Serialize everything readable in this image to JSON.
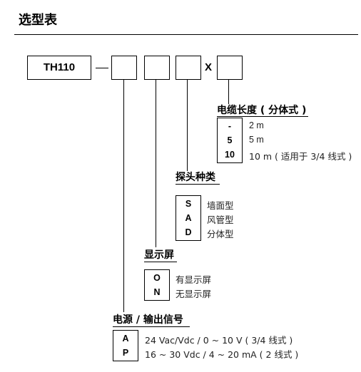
{
  "title": "选型表",
  "model": "TH110",
  "separator_x": "X",
  "sections": {
    "cable": {
      "title": "电缆长度 ( 分体式 )",
      "rows": [
        {
          "code": "-",
          "desc": "2 m"
        },
        {
          "code": "5",
          "desc": "5 m"
        },
        {
          "code": "10",
          "desc": "10 m ( 适用于 3/4 线式 )"
        }
      ]
    },
    "probe": {
      "title": "探头种类",
      "rows": [
        {
          "code": "S",
          "desc": "墙面型"
        },
        {
          "code": "A",
          "desc": "风管型"
        },
        {
          "code": "D",
          "desc": "分体型"
        }
      ]
    },
    "display": {
      "title": "显示屏",
      "rows": [
        {
          "code": "O",
          "desc": "有显示屏"
        },
        {
          "code": "N",
          "desc": "无显示屏"
        }
      ]
    },
    "power": {
      "title": "电源 / 输出信号",
      "rows": [
        {
          "code": "A",
          "desc": "24 Vac/Vdc / 0 ~ 10 V ( 3/4 线式 )"
        },
        {
          "code": "P",
          "desc": "16 ~ 30 Vdc / 4 ~ 20 mA ( 2 线式 )"
        }
      ]
    }
  }
}
